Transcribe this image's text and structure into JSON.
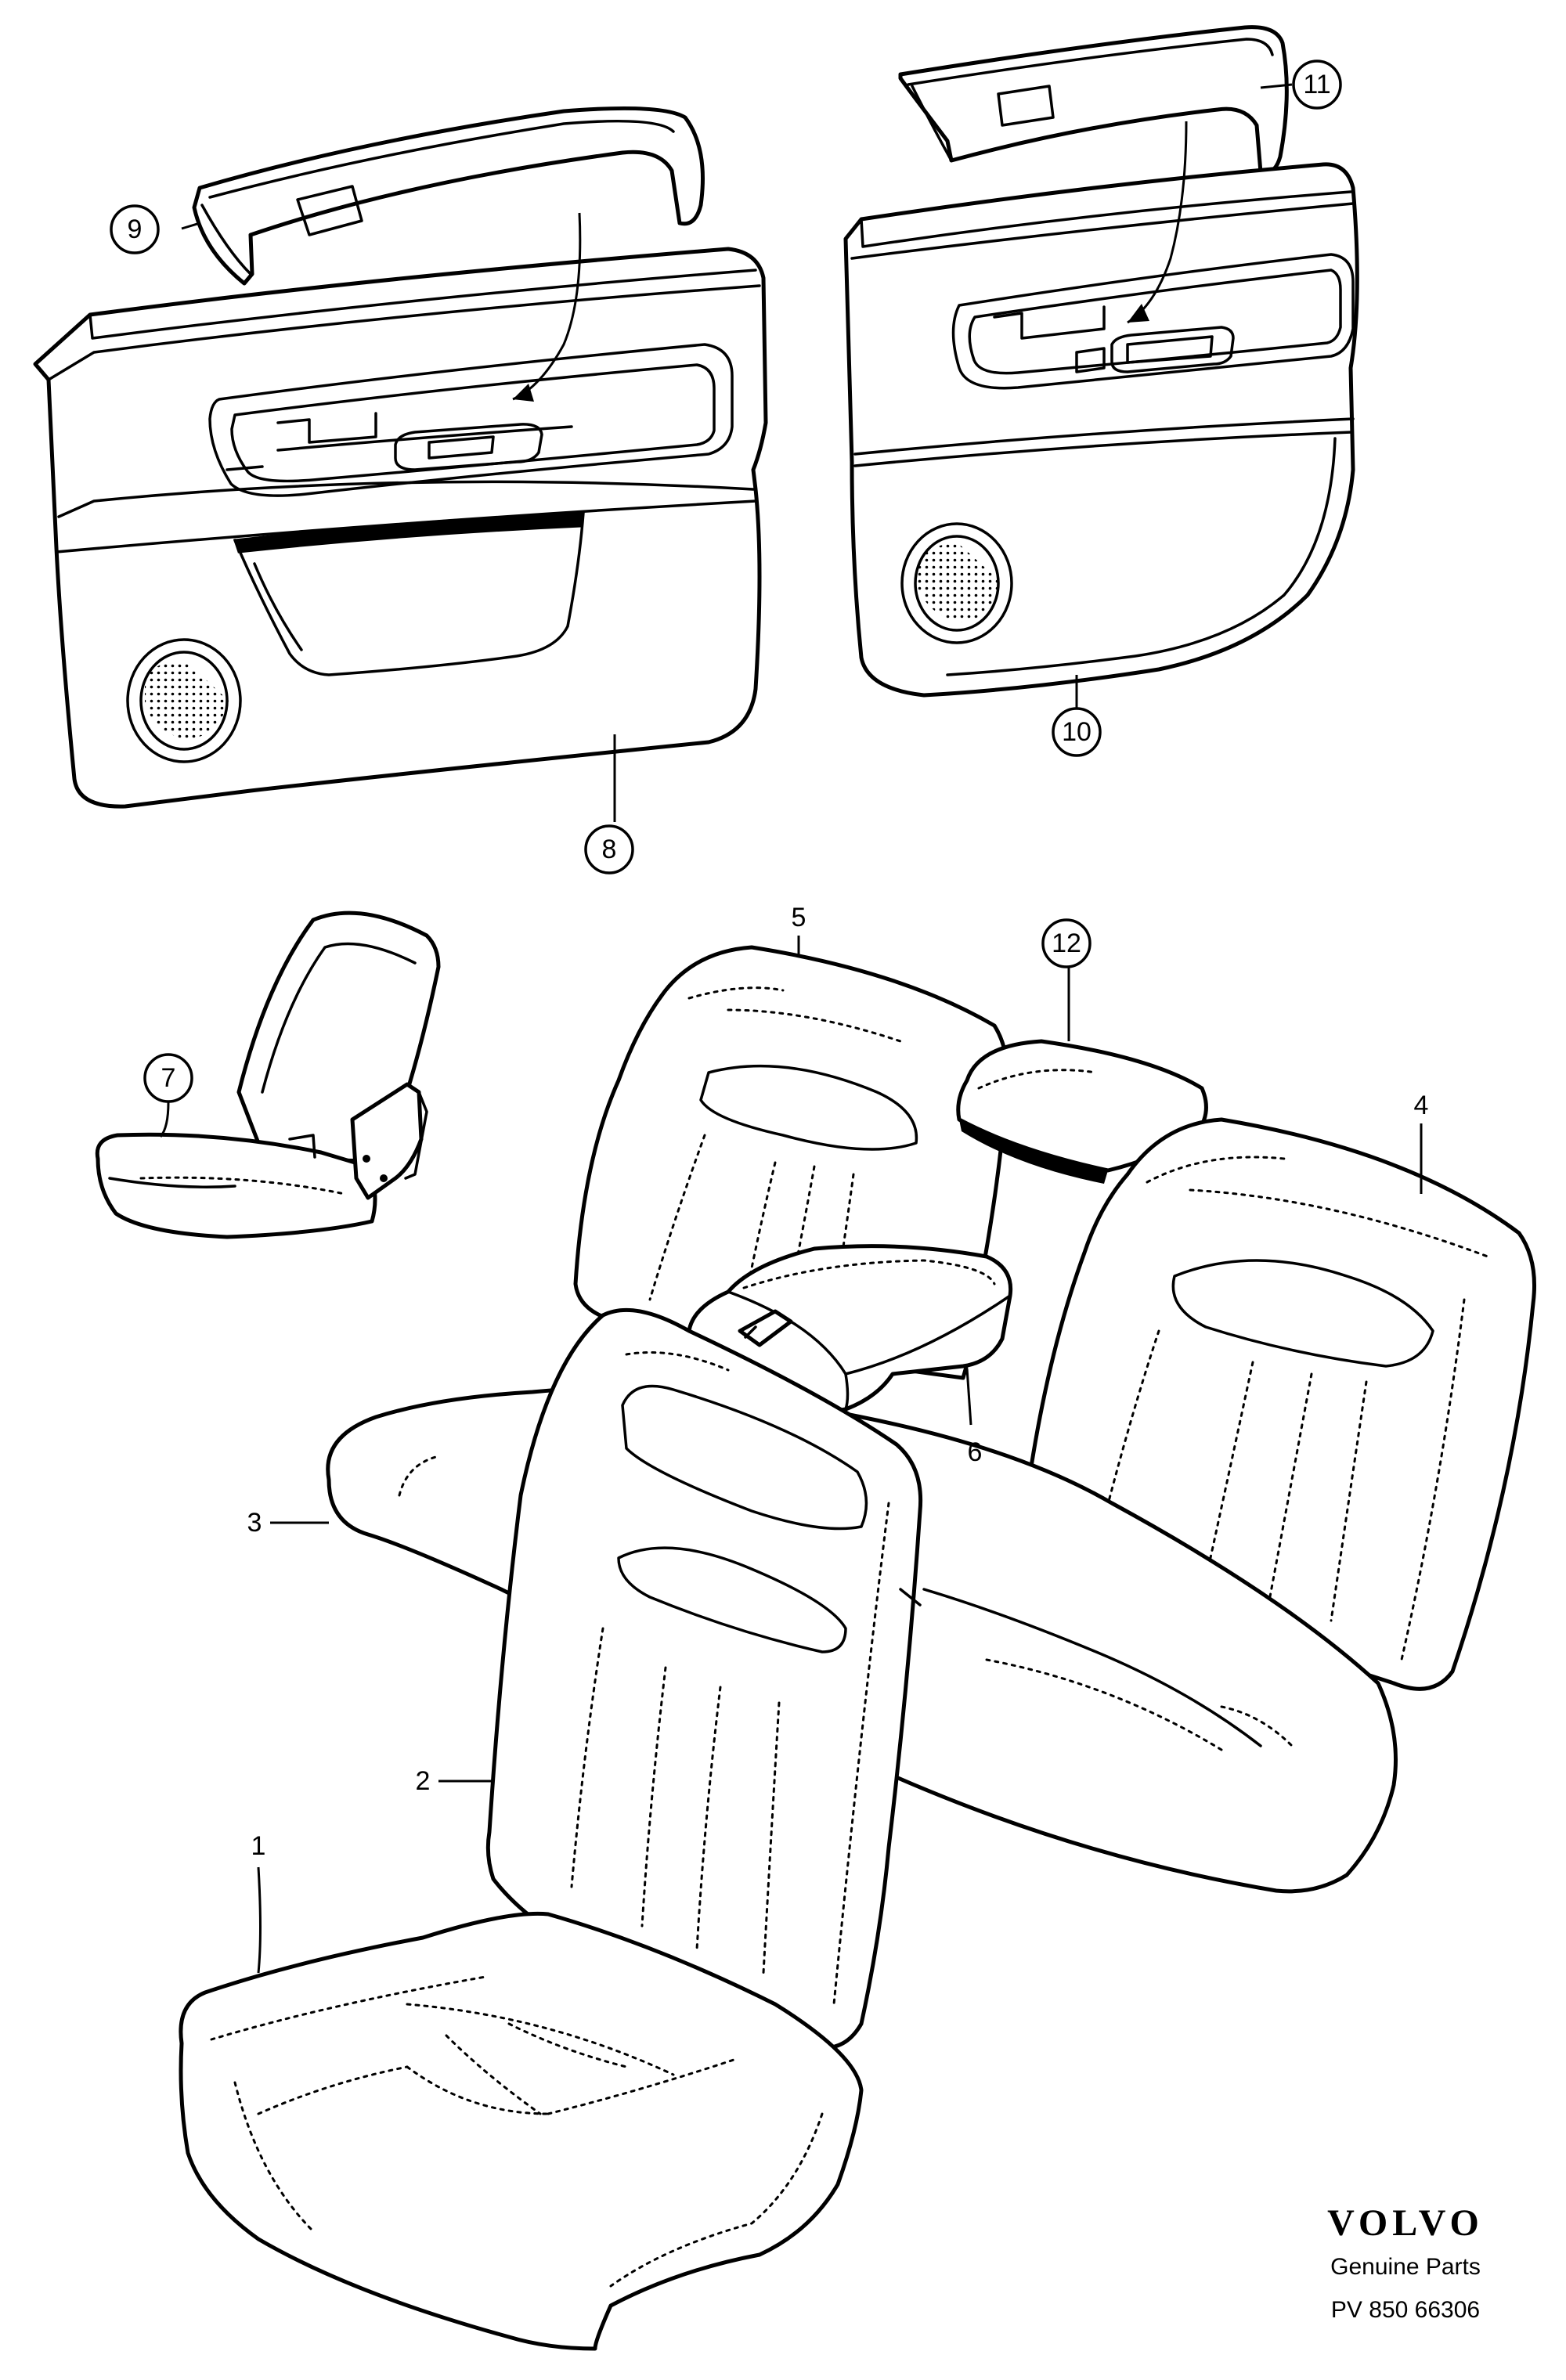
{
  "diagram": {
    "callouts": [
      {
        "id": "1",
        "label": "1",
        "circled": false
      },
      {
        "id": "2",
        "label": "2",
        "circled": false
      },
      {
        "id": "3",
        "label": "3",
        "circled": false
      },
      {
        "id": "4",
        "label": "4",
        "circled": false
      },
      {
        "id": "5",
        "label": "5",
        "circled": false
      },
      {
        "id": "6",
        "label": "6",
        "circled": false
      },
      {
        "id": "7",
        "label": "7",
        "circled": true
      },
      {
        "id": "8",
        "label": "8",
        "circled": true
      },
      {
        "id": "9",
        "label": "9",
        "circled": true
      },
      {
        "id": "10",
        "label": "10",
        "circled": true
      },
      {
        "id": "11",
        "label": "11",
        "circled": true
      },
      {
        "id": "12",
        "label": "12",
        "circled": true
      }
    ]
  },
  "footer": {
    "brand": "VOLVO",
    "subtitle": "Genuine Parts",
    "code": "PV 850  66306"
  }
}
